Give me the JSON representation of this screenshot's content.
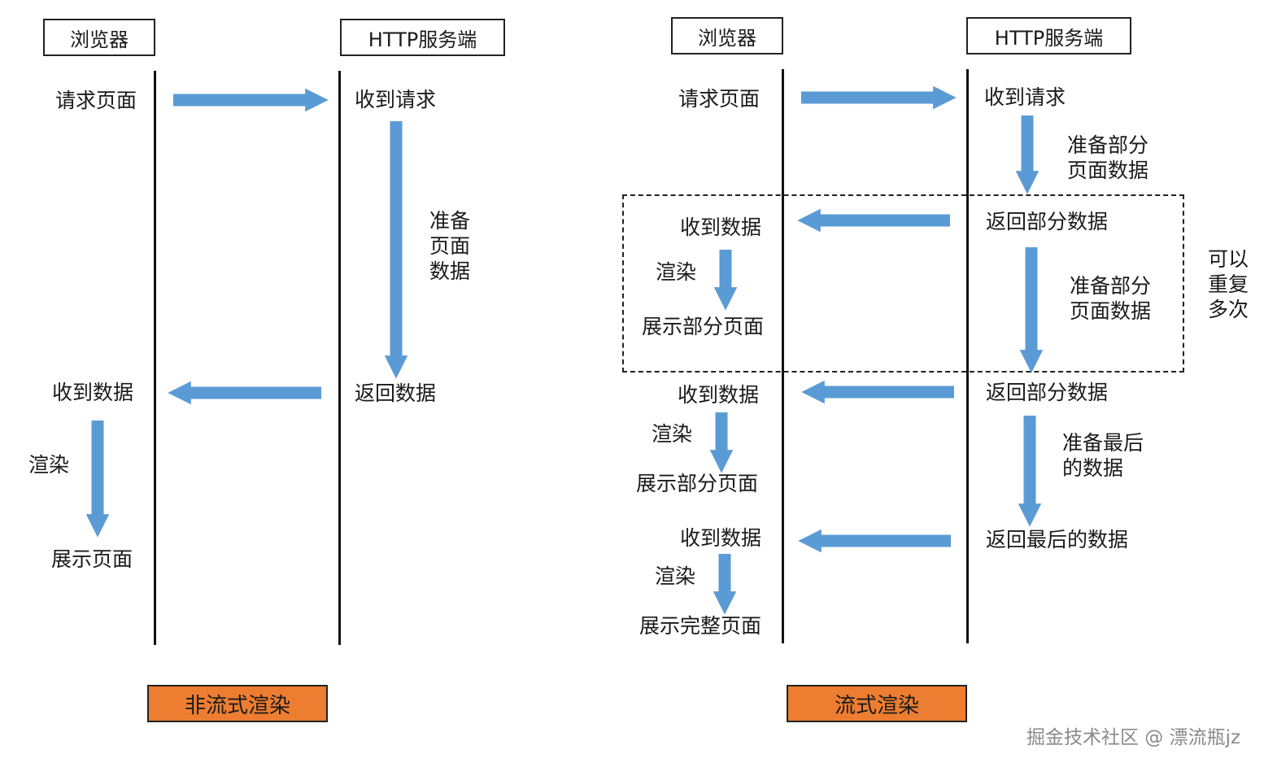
{
  "colors": {
    "arrow": "#5b9bd5",
    "tag_fill": "#ed7d31",
    "line": "#111111"
  },
  "left": {
    "browser": "浏览器",
    "server": "HTTP服务端",
    "request_page": "请求页面",
    "receive_request": "收到请求",
    "prepare_data": "准备\n页面\n数据",
    "return_data": "返回数据",
    "receive_data": "收到数据",
    "render": "渲染",
    "show_page": "展示页面",
    "caption": "非流式渲染"
  },
  "right": {
    "browser": "浏览器",
    "server": "HTTP服务端",
    "request_page": "请求页面",
    "receive_request": "收到请求",
    "prepare_partial_1": "准备部分\n页面数据",
    "return_partial_1": "返回部分数据",
    "receive_data_1": "收到数据",
    "render_1": "渲染",
    "show_partial_1": "展示部分页面",
    "prepare_partial_2": "准备部分\n页面数据",
    "repeat_note": "可以\n重复\n多次",
    "return_partial_2": "返回部分数据",
    "receive_data_2": "收到数据",
    "render_2": "渲染",
    "show_partial_2": "展示部分页面",
    "prepare_last": "准备最后\n的数据",
    "return_last": "返回最后的数据",
    "receive_data_3": "收到数据",
    "render_3": "渲染",
    "show_full": "展示完整页面",
    "caption": "流式渲染"
  },
  "watermark": "掘金技术社区 @ 漂流瓶jz"
}
